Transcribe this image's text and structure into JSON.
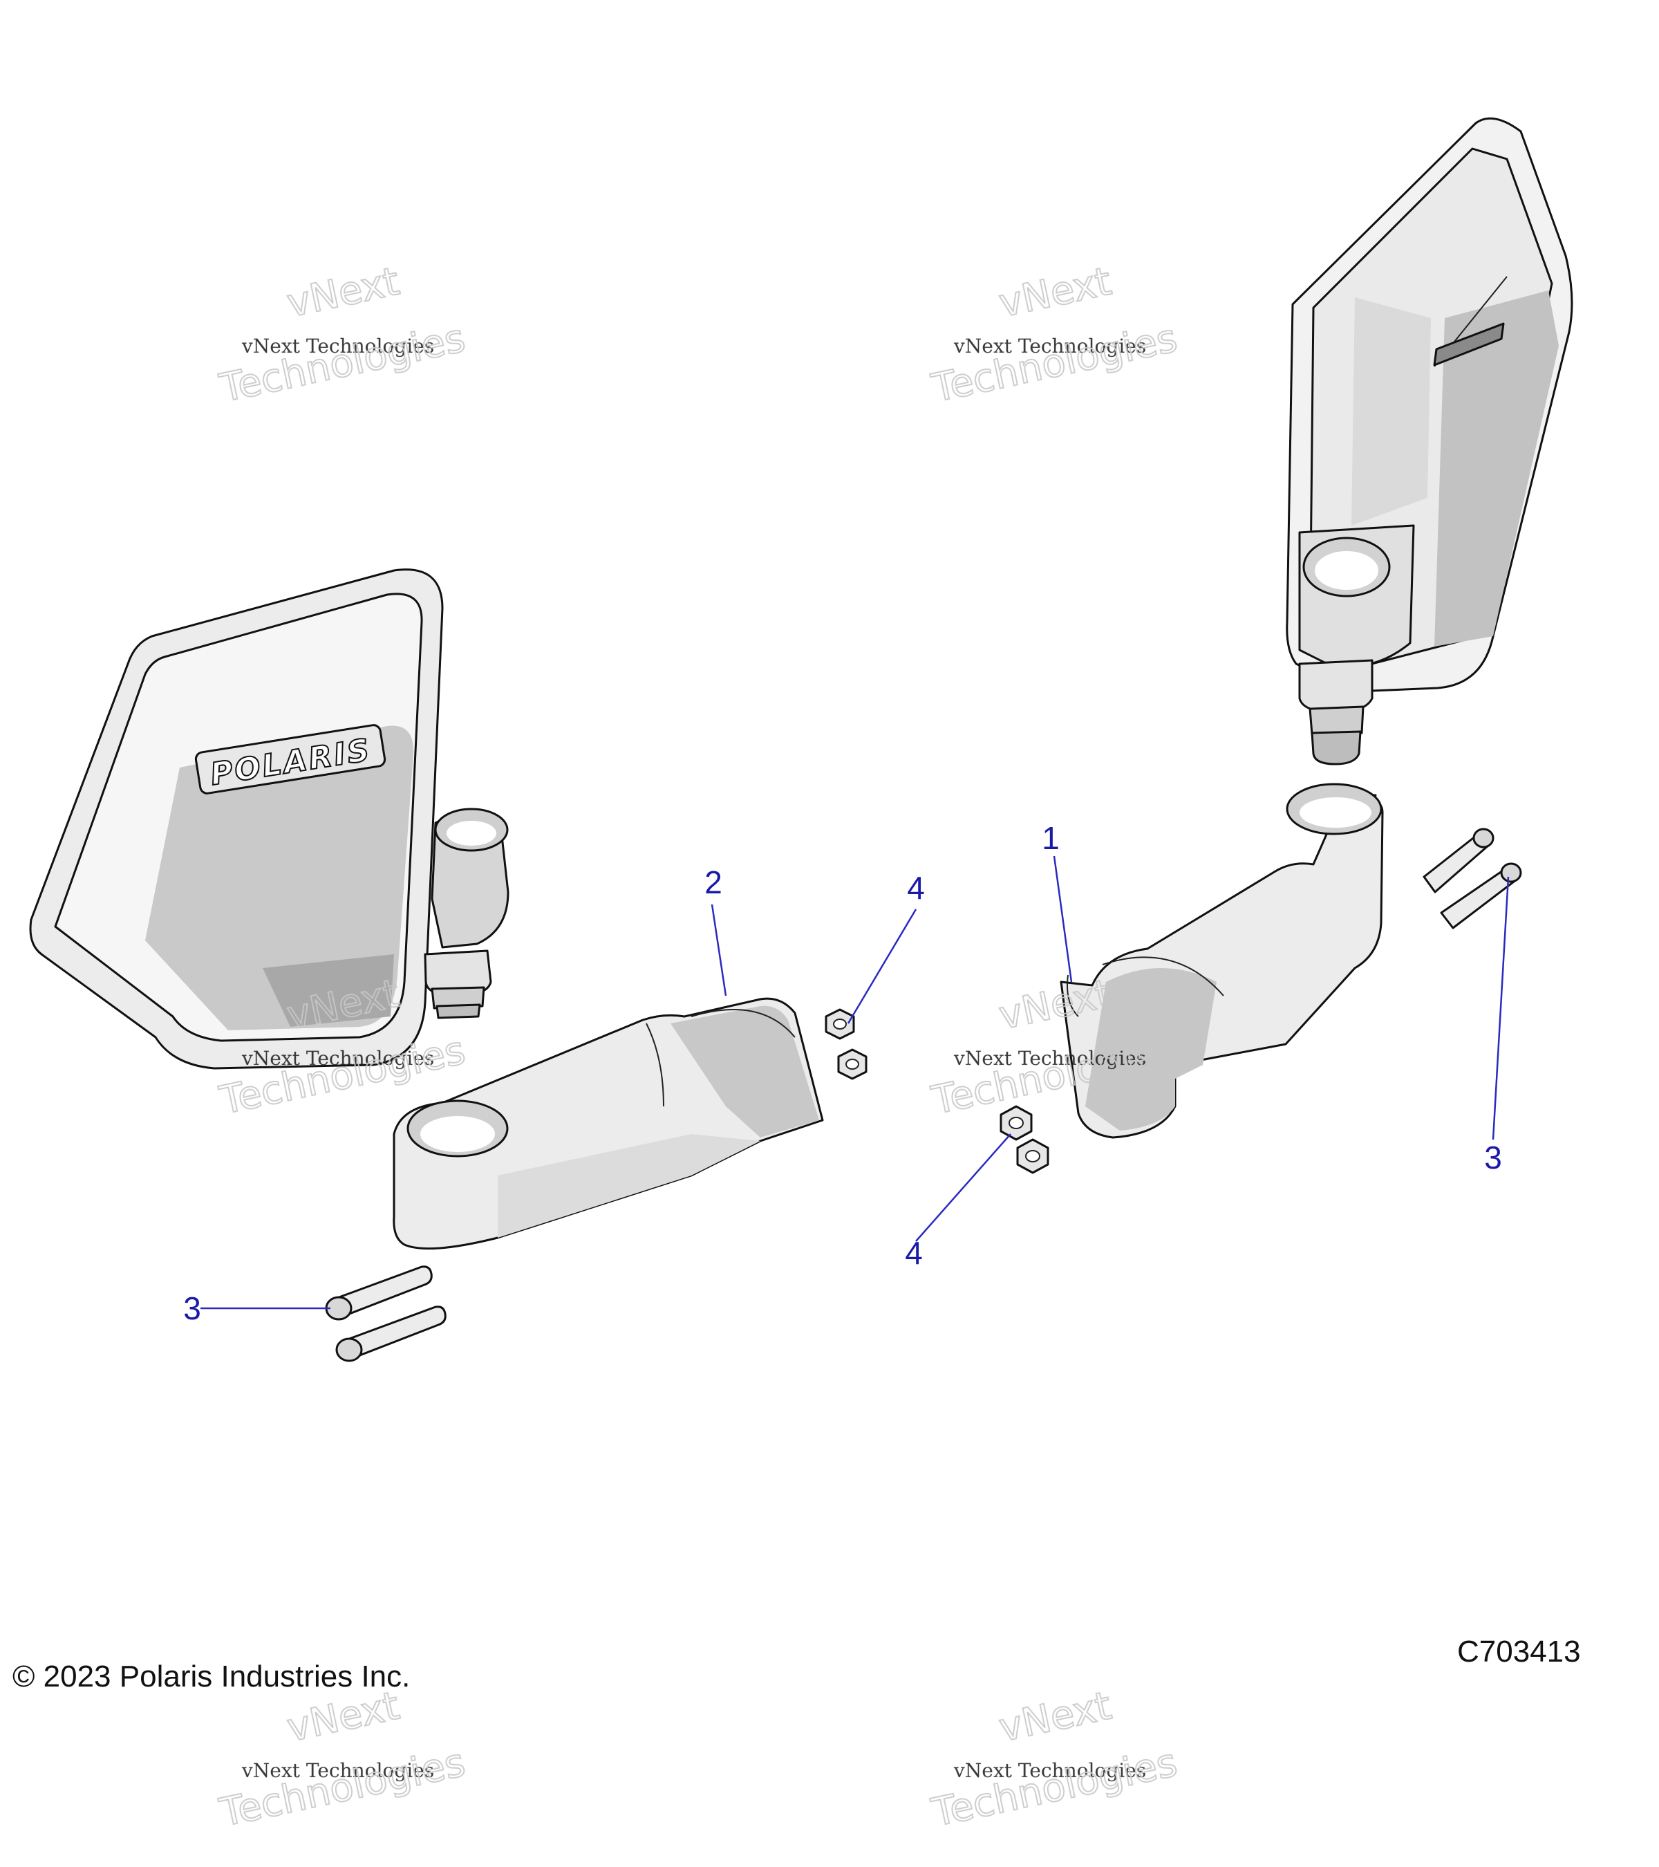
{
  "diagram": {
    "callouts": [
      {
        "id": "c1",
        "label": "1"
      },
      {
        "id": "c2",
        "label": "2"
      },
      {
        "id": "c3a",
        "label": "3"
      },
      {
        "id": "c3b",
        "label": "3"
      },
      {
        "id": "c4a",
        "label": "4"
      },
      {
        "id": "c4b",
        "label": "4"
      }
    ],
    "logo_text": "POLARIS",
    "colors": {
      "callout": "#1a1aa8",
      "part_fill": "#ececec",
      "shade": "#c9c9c9",
      "dark": "#9a9a9a"
    }
  },
  "watermark": {
    "line1": "vNext Technologies",
    "line2": "vNext",
    "line3": "Technologies"
  },
  "footer": {
    "copyright": "© 2023 Polaris Industries Inc.",
    "figure_code": "C703413"
  }
}
